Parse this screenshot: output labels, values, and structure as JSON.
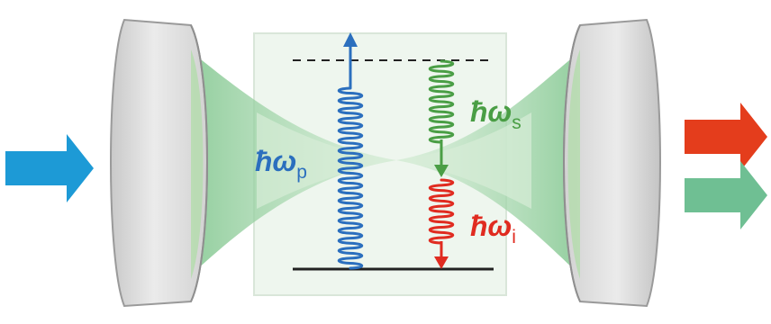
{
  "labels": {
    "pump": {
      "symbol": "ħω",
      "subscript": "p"
    },
    "signal": {
      "symbol": "ħω",
      "subscript": "s"
    },
    "idler": {
      "symbol": "ħω",
      "subscript": "i"
    }
  },
  "colors": {
    "pump": "#2b6fbe",
    "signal": "#4a9e45",
    "idler": "#e02b20",
    "input_arrow": "#1d9ad6",
    "output_signal_arrow": "#e43d1c",
    "output_idler_arrow": "#6fbf93",
    "beam": "#a9d9a3",
    "mirror": "#dcdcdc",
    "crystal": "#eef6ee",
    "level": "#222222"
  }
}
